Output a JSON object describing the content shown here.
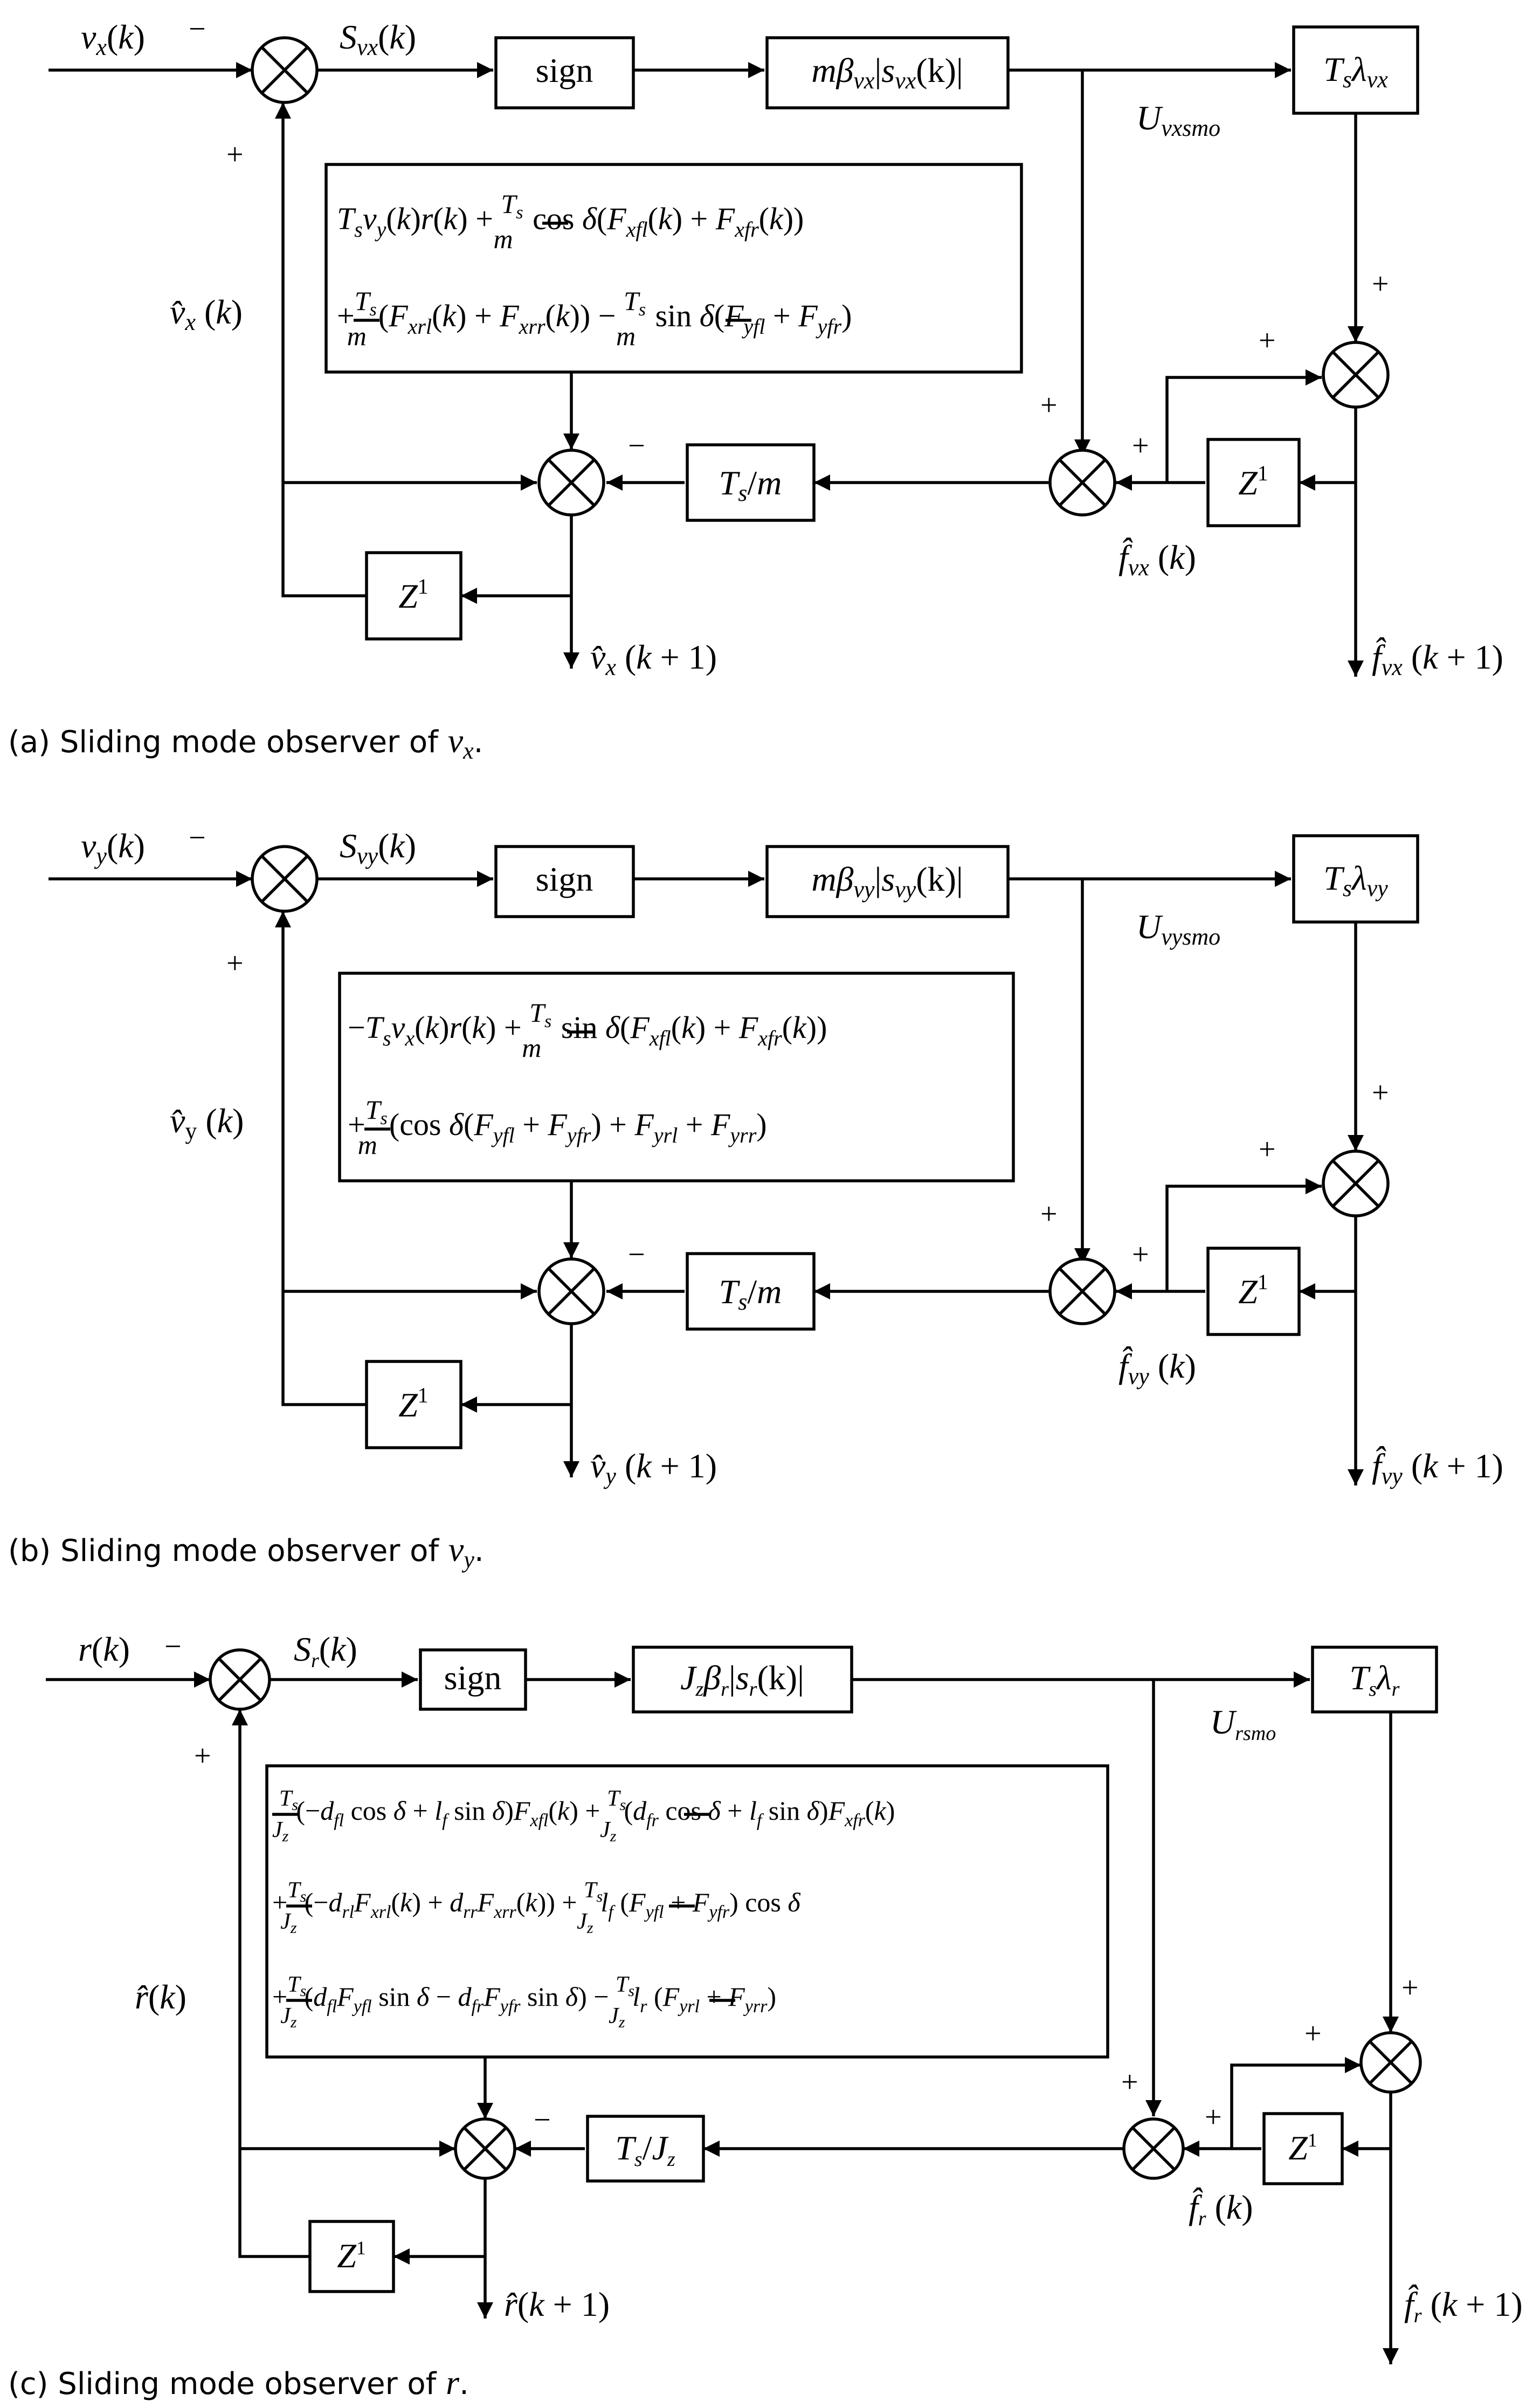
{
  "panels": [
    {
      "input_label": "v_x(k)",
      "error_label": "S_vx(k)",
      "sign_block": "sign",
      "gain_block": "mβ_vx|s_vx(k)|",
      "integral_block": "T_sλ_vx",
      "u_label": "U_vxsmo",
      "ts_block": "T_s/m",
      "z_block": "Z^1",
      "z_block_right": "Z^1",
      "feedback_label": "v̂_x(k)",
      "fhat_label": "f̂_vx(k)",
      "out_label": "v̂_x(k+1)",
      "fout_label": "f̂_vx(k+1)",
      "eq_lines": [
        "T_s v_y(k) r(k) + (T_s/m) cos δ (F_xfl(k) + F_xfr(k))",
        "+ (T_s/m)(F_xrl(k) + F_xrr(k)) − (T_s/m) sin δ (F_yfl + F_yfr)"
      ],
      "caption": "(a) Sliding mode observer of v_x."
    },
    {
      "input_label": "v_y(k)",
      "error_label": "S_vy(k)",
      "sign_block": "sign",
      "gain_block": "mβ_vy|s_vy(k)|",
      "integral_block": "T_sλ_vy",
      "u_label": "U_vysmo",
      "ts_block": "T_s/m",
      "z_block": "Z^1",
      "z_block_right": "Z^1",
      "feedback_label": "v̂_y(k)",
      "fhat_label": "f̂_vy(k)",
      "out_label": "v̂_y(k+1)",
      "fout_label": "f̂_vy(k+1)",
      "eq_lines": [
        "−T_s v_x(k) r(k) + (T_s/m) sin δ (F_xfl(k) + F_xfr(k))",
        "+ (T_s/m)(cos δ (F_yfl + F_yfr) + F_yrl + F_yrr)"
      ],
      "caption": "(b) Sliding mode observer of v_y."
    },
    {
      "input_label": "r(k)",
      "error_label": "S_r(k)",
      "sign_block": "sign",
      "gain_block": "J_zβ_r|s_r(k)|",
      "integral_block": "T_sλ_r",
      "u_label": "U_rsmo",
      "ts_block": "T_s/J_z",
      "z_block": "Z^1",
      "z_block_right": "Z^1",
      "feedback_label": "r̂(k)",
      "fhat_label": "f̂_r(k)",
      "out_label": "r̂(k+1)",
      "fout_label": "f̂_r(k+1)",
      "eq_lines": [
        "(T_s/J_z)(−d_fl cos δ + l_f sin δ) F_xfl(k) + (T_s/J_z)(d_fr cos δ + l_f sin δ) F_xfr(k)",
        "+ (T_s/J_z)(−d_rl F_xrl(k) + d_rr F_xrr(k)) + (T_s/J_z) l_f (F_yfl + F_yfr) cos δ",
        "+ (T_s/J_z)(d_fl F_yfl sin δ − d_fr F_yfr sin δ) − (T_s/J_z) l_r (F_yrl + F_yrr)"
      ],
      "caption": "(c) Sliding mode observer of r."
    }
  ],
  "signs": {
    "minus": "−",
    "plus": "+"
  }
}
